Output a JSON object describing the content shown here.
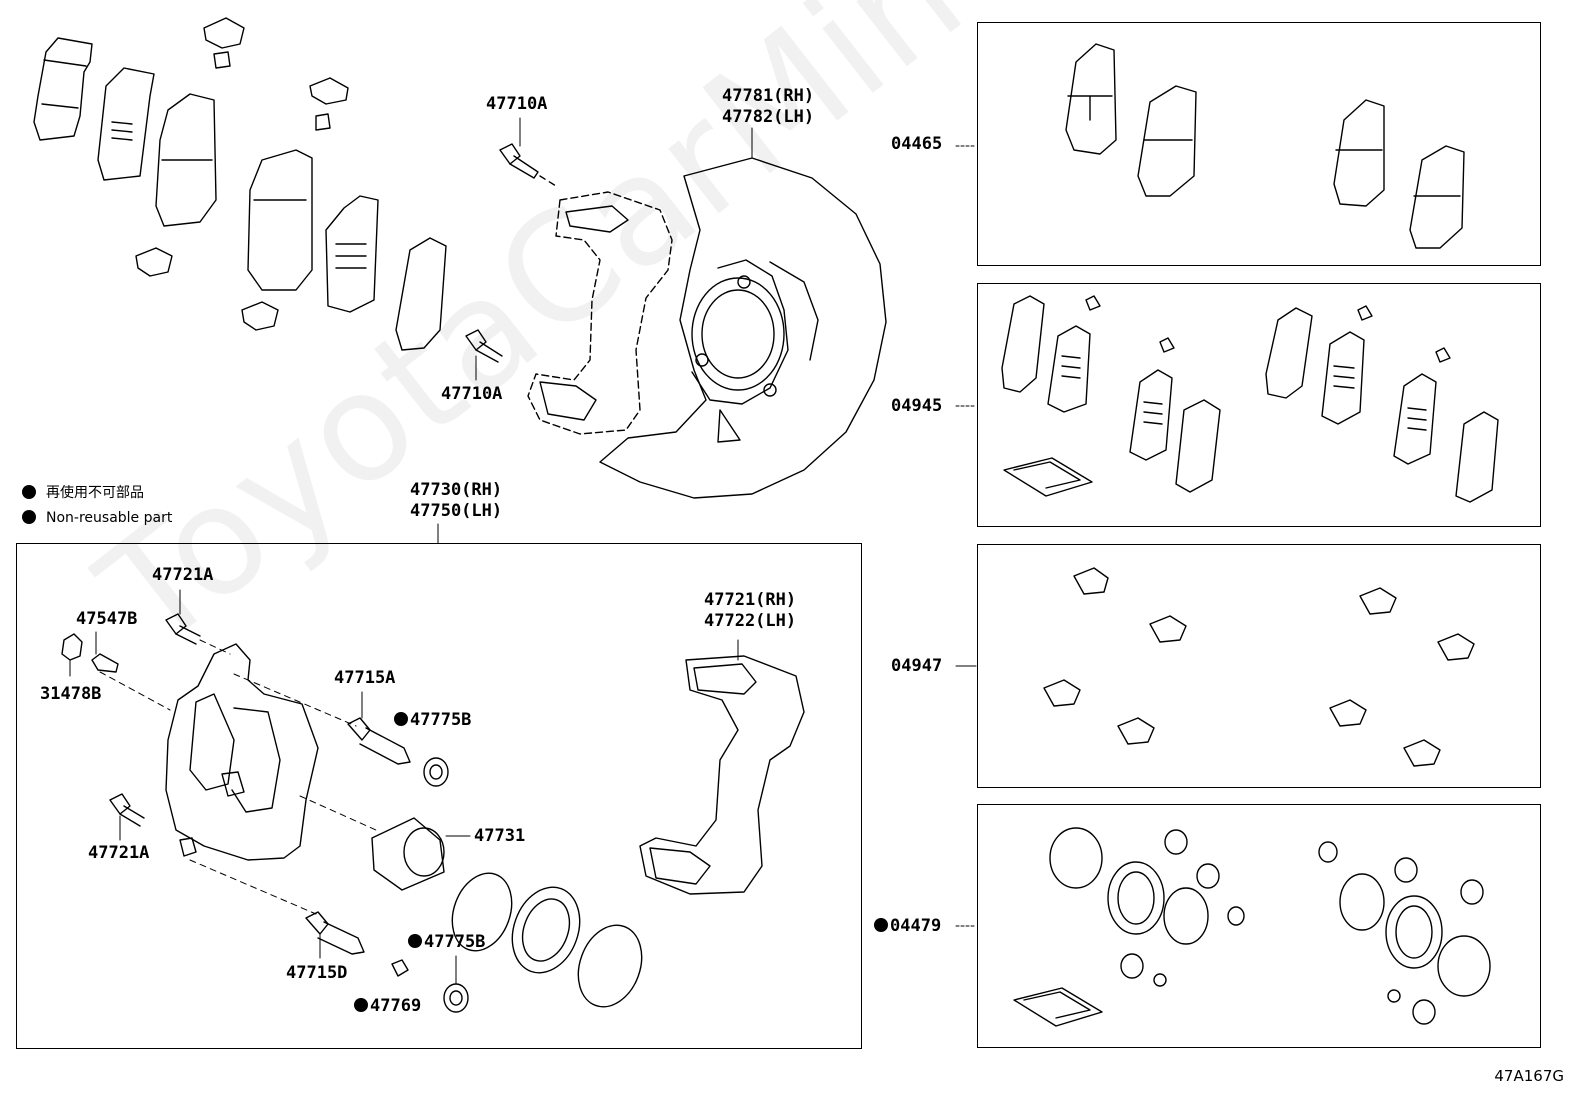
{
  "legend": {
    "jp": "再使用不可部品",
    "en": "Non-reusable part"
  },
  "watermark": "ToyotaCarMine.ru",
  "diagram_code": "47A167G",
  "labels": {
    "bolt_upper": "47710A",
    "bolt_lower": "47710A",
    "shield_rh": "47781(RH)",
    "shield_lh": "47782(LH)",
    "caliper_rh": "47730(RH)",
    "caliper_lh": "47750(LH)",
    "bolt_47721a_top": "47721A",
    "bolt_47721a_bottom": "47721A",
    "bleeder_47547b": "47547B",
    "cap_31478b": "31478B",
    "pin_47715a": "47715A",
    "boot_47775b_top": "47775B",
    "boot_47775b_bottom": "47775B",
    "piston_47731": "47731",
    "pin_47715d": "47715D",
    "ring_47769": "47769",
    "mount_rh": "47721(RH)",
    "mount_lh": "47722(LH)",
    "kit_04465": "04465",
    "kit_04945": "04945",
    "kit_04947": "04947",
    "kit_04479": "04479"
  }
}
